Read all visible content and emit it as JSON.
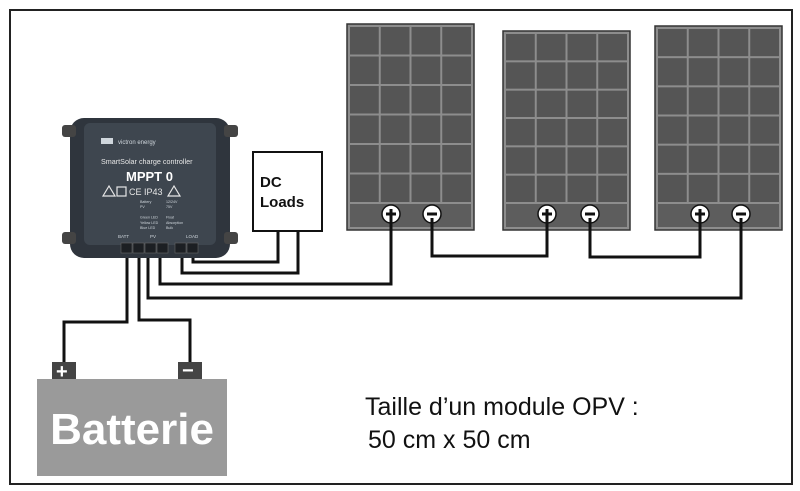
{
  "controller": {
    "brand": "victron energy",
    "product": "SmartSolar charge controller",
    "model": "MPPT 0",
    "certifications": "CE IP43",
    "spec_lines": [
      "Battery",
      "PV",
      "",
      "Green LED",
      "Yellow LED",
      "Blue LED"
    ],
    "spec_values": [
      "12/24V",
      "75V",
      "",
      "Float",
      "Absorption",
      "Bulk"
    ],
    "terminals": [
      "BATT",
      "PV",
      "LOAD"
    ]
  },
  "dc_loads": {
    "line1": "DC",
    "line2": "Loads"
  },
  "battery": {
    "label": "Batterie",
    "plus": "+",
    "minus": "−"
  },
  "panel_count": 3,
  "caption": {
    "line1": "Taille d’un module OPV :",
    "line2": "50 cm x 50 cm"
  },
  "colors": {
    "panel_cell": "#555555",
    "panel_grid": "#cfcfcf",
    "battery_body": "#9a9a9a",
    "controller_body": "#333a42",
    "wire": "#111111"
  }
}
